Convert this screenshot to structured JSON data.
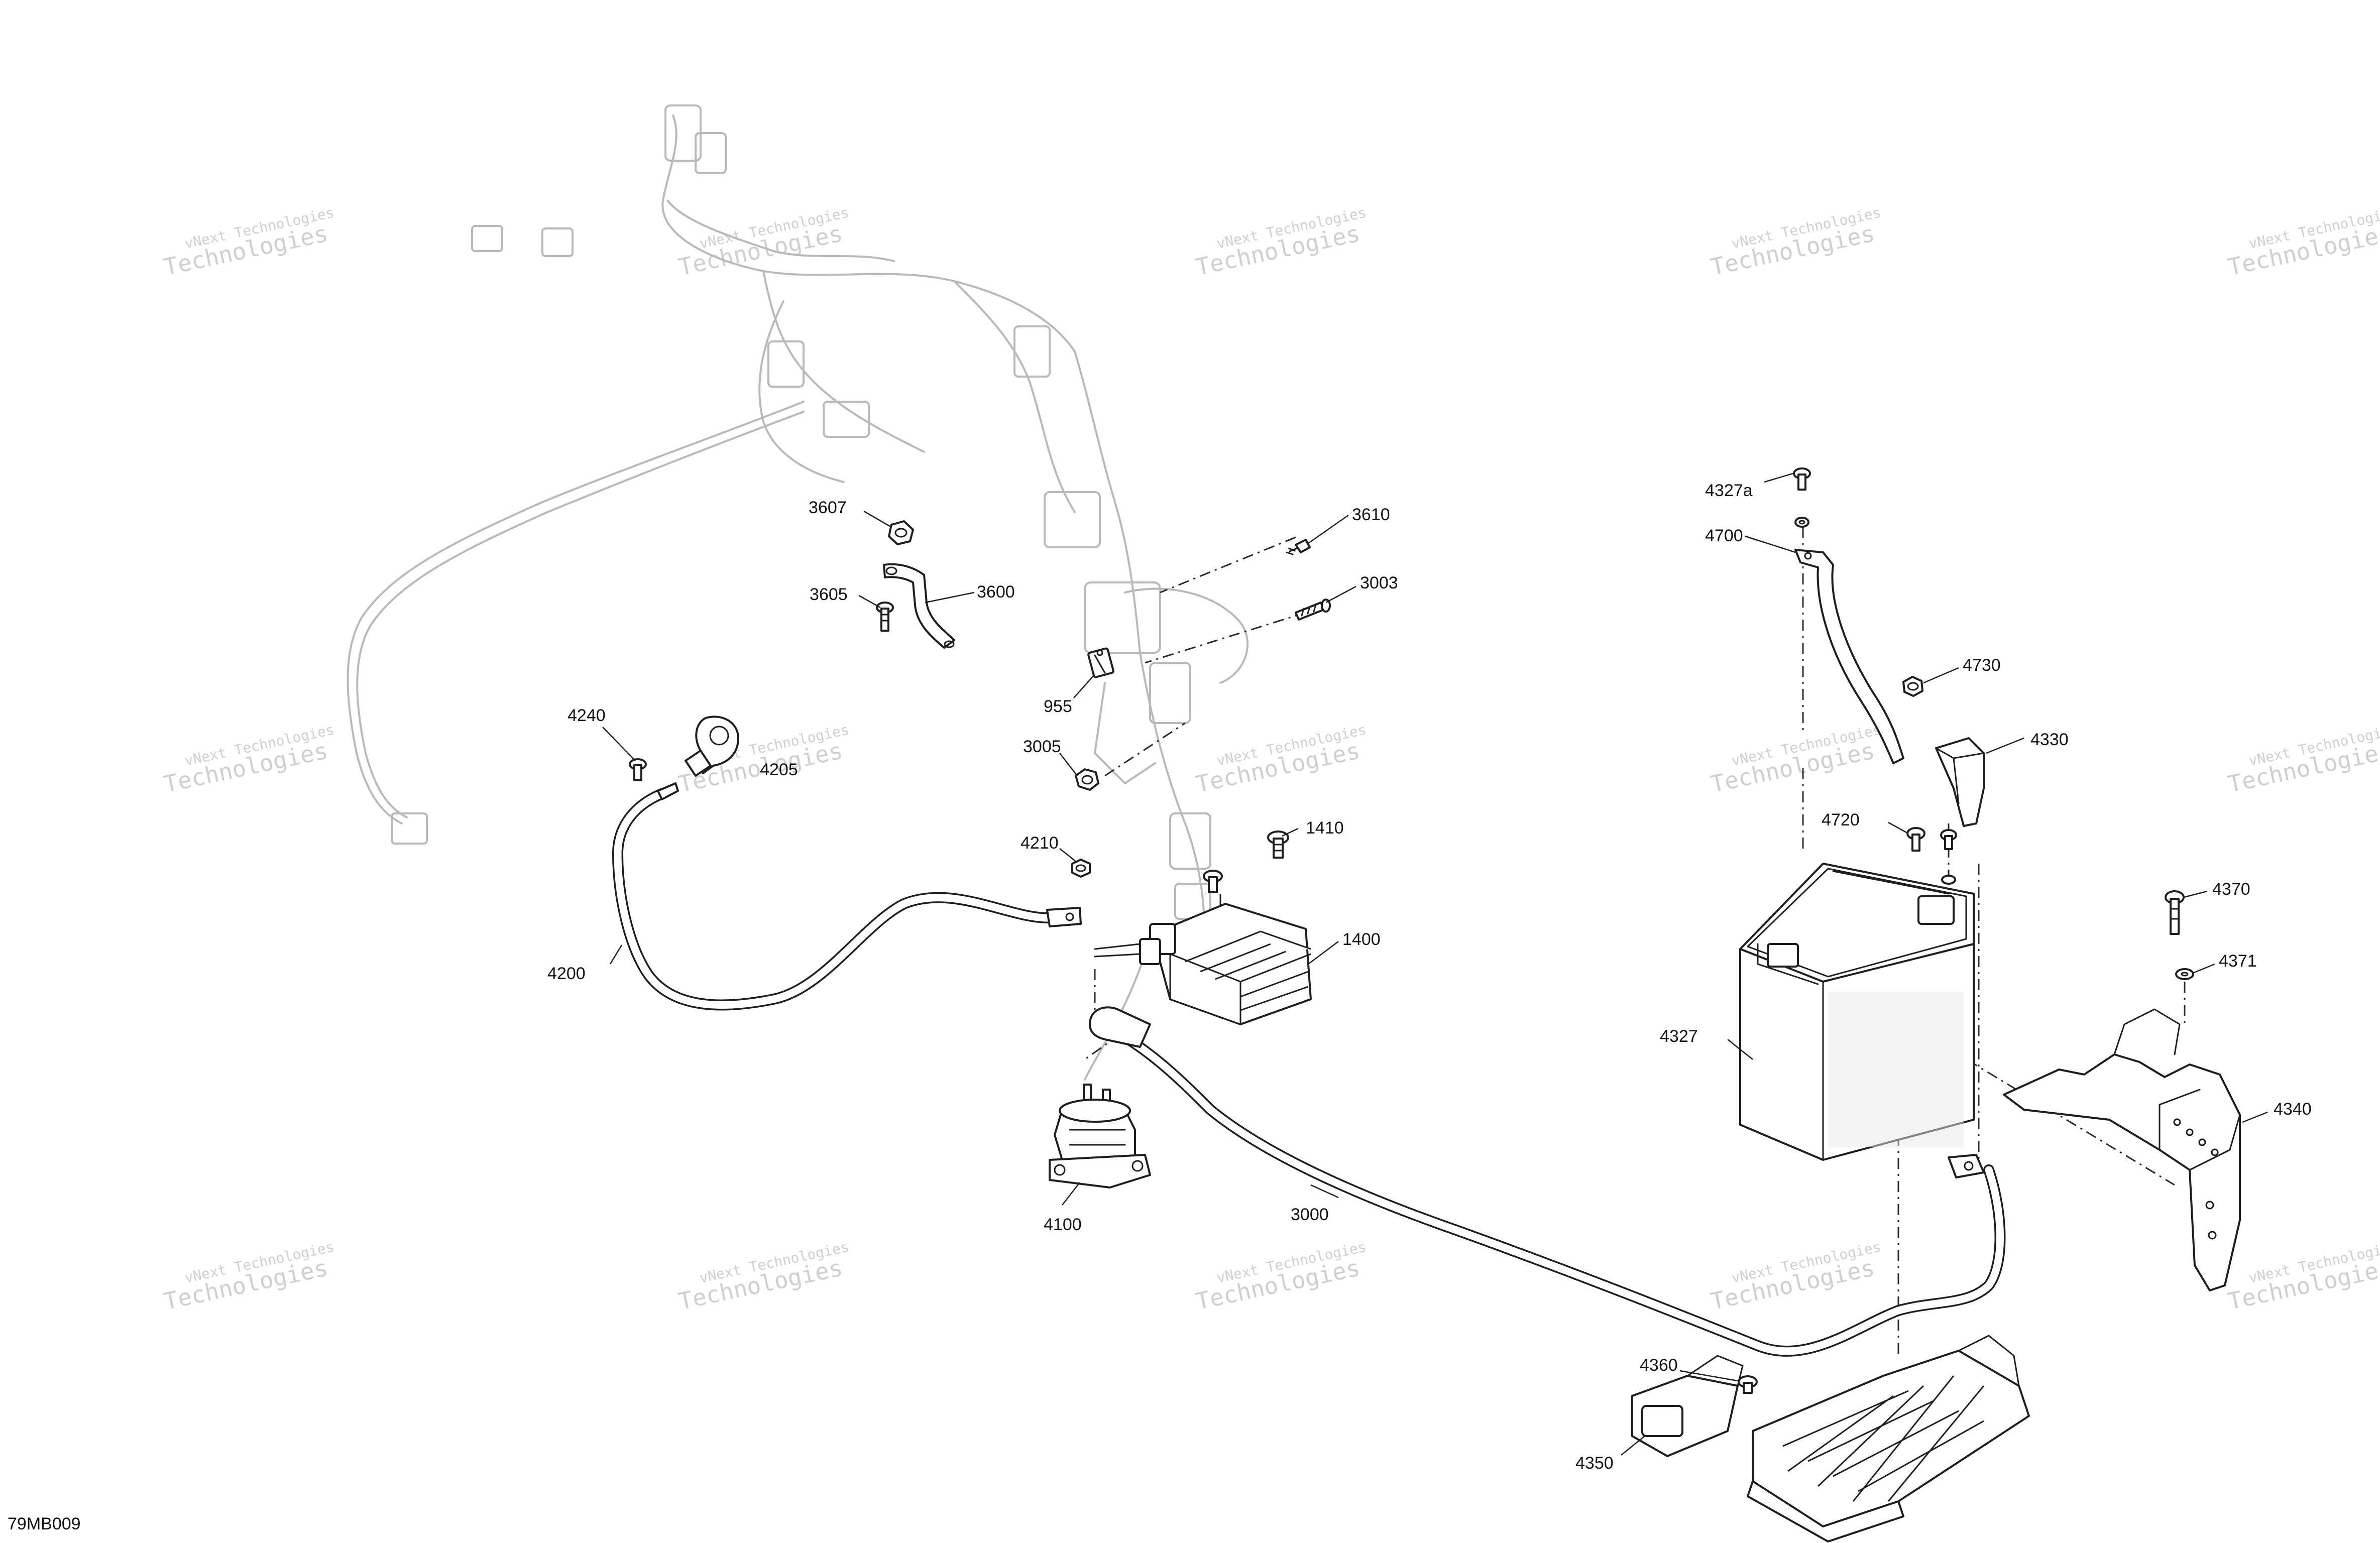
{
  "drawing_number": "79MB009",
  "watermark": {
    "line1": "vNext Technologies",
    "line2": "Technologies",
    "line2_prefix": "vNext"
  },
  "callouts": {
    "c3607": "3607",
    "c3605": "3605",
    "c3600": "3600",
    "c3610": "3610",
    "c3003": "3003",
    "c955": "955",
    "c3005": "3005",
    "c4240": "4240",
    "c4205": "4205",
    "c4210": "4210",
    "c1410": "1410",
    "c1400": "1400",
    "c4200": "4200",
    "c4100": "4100",
    "c3000": "3000",
    "c4327a": "4327a",
    "c4700": "4700",
    "c4730": "4730",
    "c4330": "4330",
    "c4720": "4720",
    "c4327": "4327",
    "c4370": "4370",
    "c4371": "4371",
    "c4340": "4340",
    "c4360": "4360",
    "c4350": "4350"
  }
}
